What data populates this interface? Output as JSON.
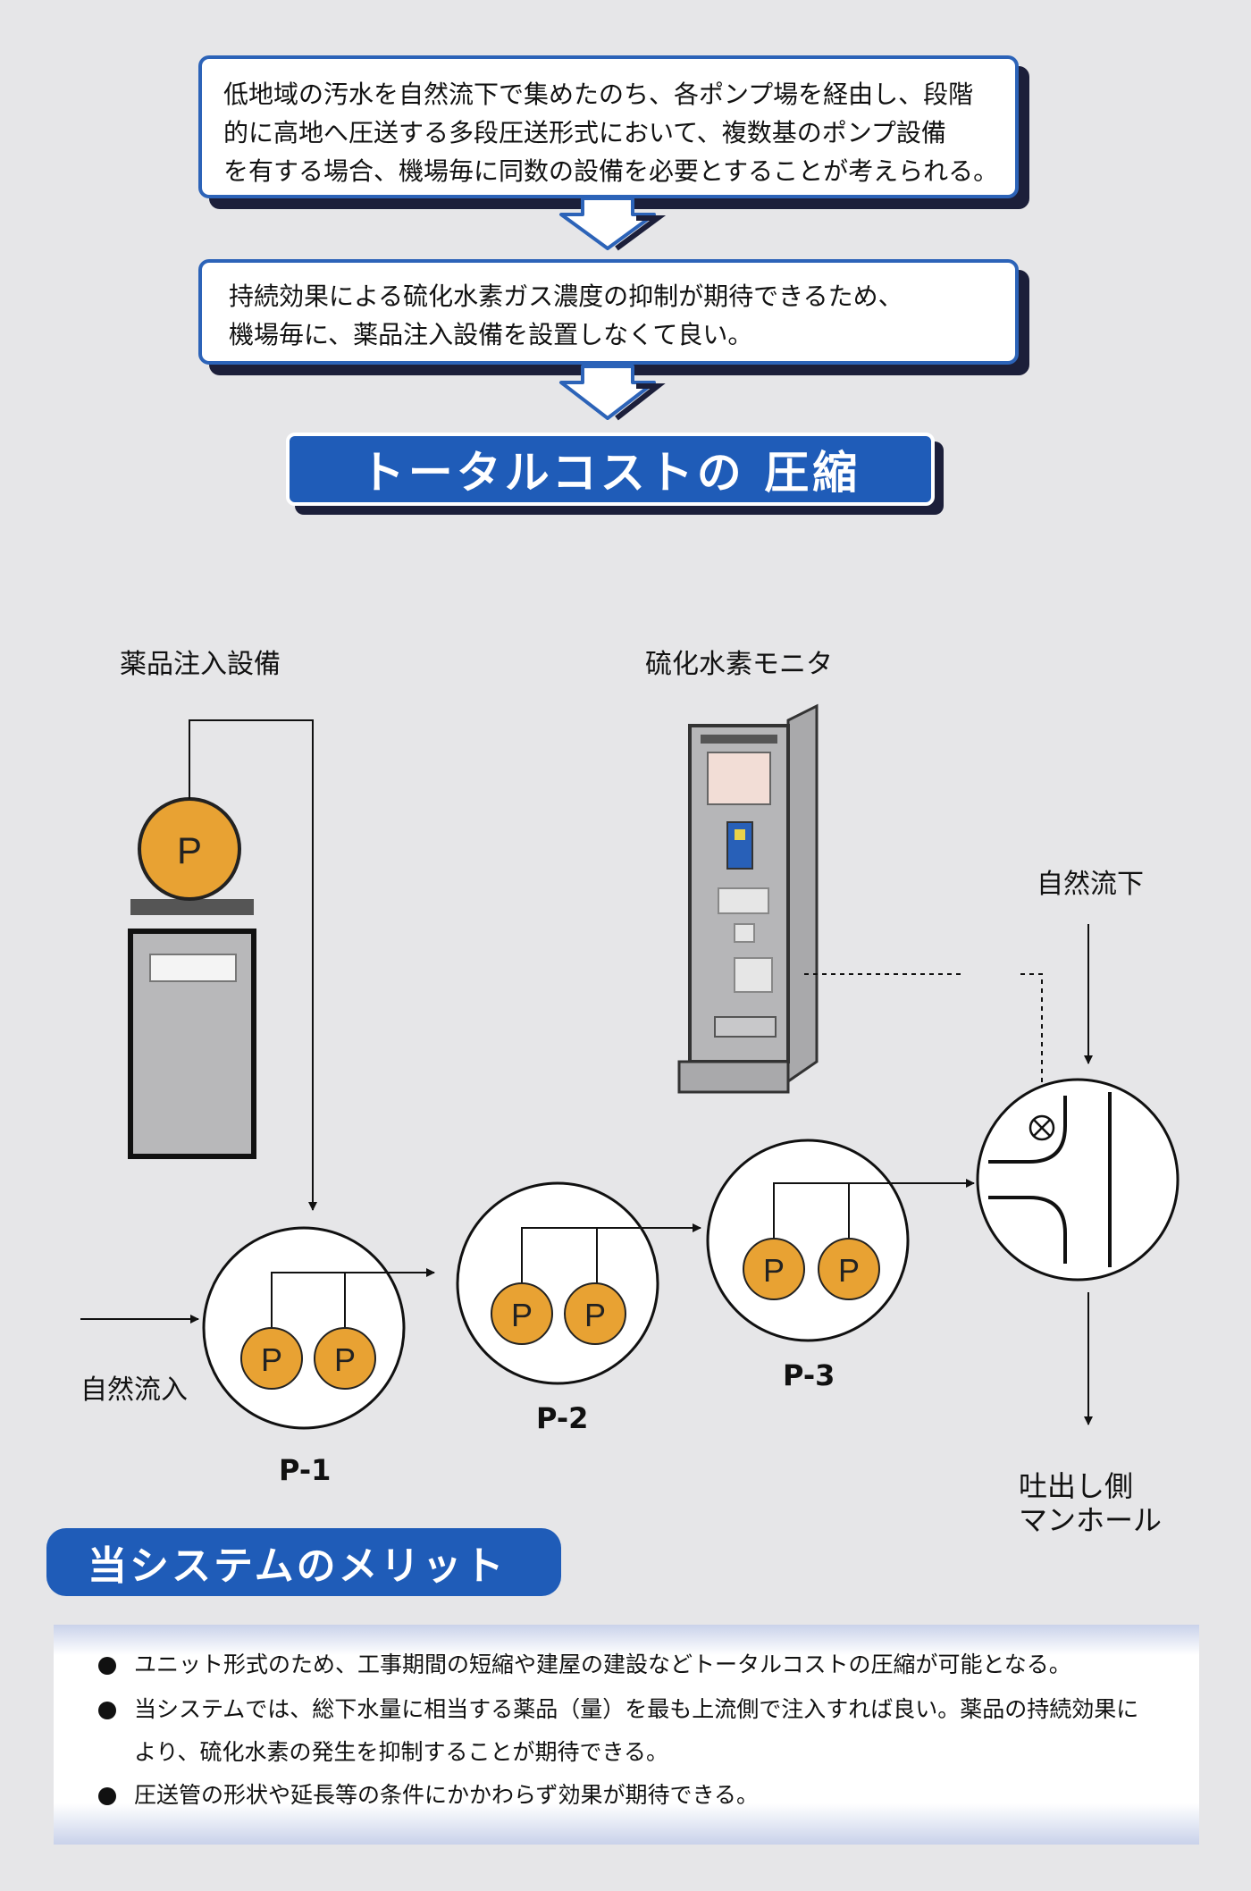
{
  "flow": {
    "box1_lines": [
      "低地域の汚水を自然流下で集めたのち、各ポンプ場を経由し、段階",
      "的に高地へ圧送する多段圧送形式において、複数基のポンプ設備",
      "を有する場合、機場毎に同数の設備を必要とすることが考えられる。"
    ],
    "box2_lines": [
      "持続効果による硫化水素ガス濃度の抑制が期待できるため、",
      "機場毎に、薬品注入設備を設置しなくて良い。"
    ],
    "banner": "トータルコストの 圧縮"
  },
  "diagram": {
    "chemical_equipment_label": "薬品注入設備",
    "h2s_monitor_label": "硫化水素モニタ",
    "gravity_flow_label": "自然流下",
    "natural_inflow_label": "自然流入",
    "discharge_label_line1": "吐出し側",
    "discharge_label_line2": "マンホール",
    "pump_letter": "P",
    "stations": [
      "P-1",
      "P-2",
      "P-3"
    ]
  },
  "merits": {
    "title": "当システムのメリット",
    "items": [
      [
        "ユニット形式のため、工事期間の短縮や建屋の建設などトータルコストの圧縮が可能となる。"
      ],
      [
        "当システムでは、総下水量に相当する薬品（量）を最も上流側で注入すれば良い。薬品の持続効果に",
        "より、硫化水素の発生を抑制することが期待できる。"
      ],
      [
        "圧送管の形状や延長等の条件にかかわらず効果が期待できる。"
      ]
    ]
  },
  "colors": {
    "accent_blue": "#1f5cb8",
    "pump_orange": "#e8a233",
    "background": "#e6e6e8"
  }
}
